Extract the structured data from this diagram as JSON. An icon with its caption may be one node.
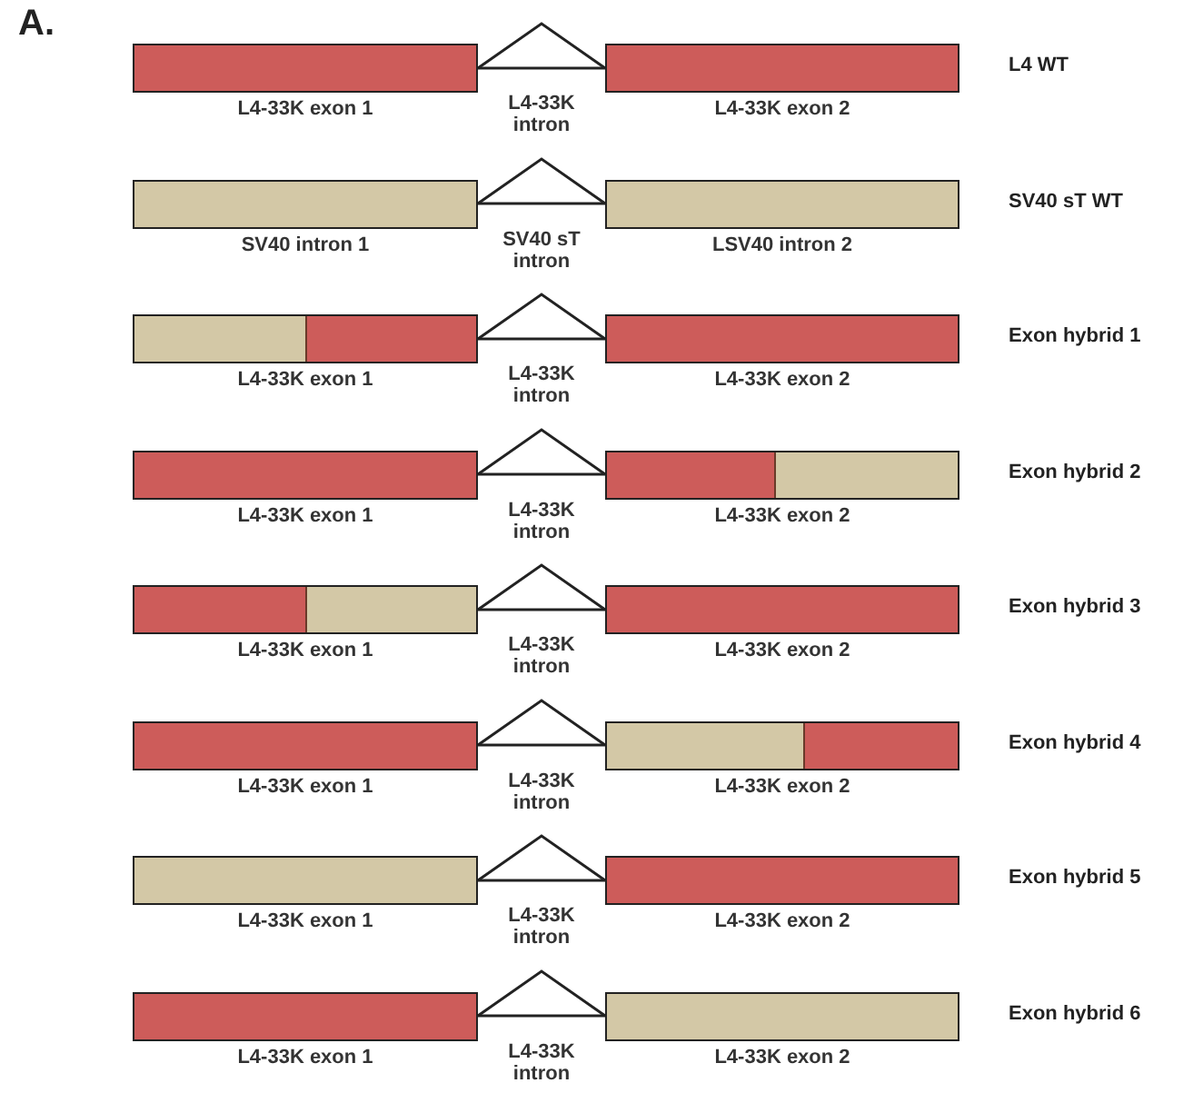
{
  "diagram": {
    "nodes": [
      {
        "text": [
          "L4-33K exon 1"
        ]
      },
      {
        "text": [
          "L4-33K exon 2"
        ]
      },
      {
        "text": [
          "SV40 intron 1"
        ]
      },
      {
        "text": [
          "LSV40 intron 2"
        ]
      },
      {
        "text": [
          "L4-33K exon 1"
        ]
      },
      {
        "text": [
          "L4-33K exon 2"
        ]
      },
      {
        "text": [
          "L4-33K exon 1"
        ]
      },
      {
        "text": [
          "L4-33K exon 2"
        ]
      },
      {
        "text": [
          "L4-33K exon 1"
        ]
      },
      {
        "text": [
          "L4-33K exon 2"
        ]
      },
      {
        "text": [
          "L4-33K exon 1"
        ]
      },
      {
        "text": [
          "L4-33K exon 2"
        ]
      },
      {
        "text": [
          "L4-33K exon 1"
        ]
      },
      {
        "text": [
          "L4-33K exon 2"
        ]
      },
      {
        "text": [
          "L4-33K exon 1"
        ]
      },
      {
        "text": [
          "L4-33K exon 2"
        ]
      }
    ],
    "edges": [
      {
        "from": 0,
        "to": 1,
        "arrow": "none",
        "label": "L4-33K intron"
      },
      {
        "from": 0,
        "to": 1,
        "arrow": "none"
      },
      {
        "from": 2,
        "to": 3,
        "arrow": "none",
        "label": "SV40 sT intron"
      },
      {
        "from": 2,
        "to": 3,
        "arrow": "none"
      },
      {
        "from": 4,
        "to": 5,
        "arrow": "none",
        "label": "L4-33K intron"
      },
      {
        "from": 4,
        "to": 5,
        "arrow": "none"
      },
      {
        "from": 6,
        "to": 7,
        "arrow": "none",
        "label": "L4-33K intron"
      },
      {
        "from": 6,
        "to": 7,
        "arrow": "none"
      },
      {
        "from": 8,
        "to": 9,
        "arrow": "none",
        "label": "L4-33K intron"
      },
      {
        "from": 8,
        "to": 9,
        "arrow": "none"
      },
      {
        "from": 10,
        "to": 11,
        "arrow": "none",
        "label": "L4-33K intron"
      },
      {
        "from": 10,
        "to": 11,
        "arrow": "none"
      },
      {
        "from": 12,
        "to": 13,
        "arrow": "none",
        "label": "L4-33K intron"
      },
      {
        "from": 12,
        "to": 13,
        "arrow": "none"
      },
      {
        "from": 14,
        "to": 15,
        "arrow": "none",
        "label": "L4-33K intron"
      },
      {
        "from": 14,
        "to": 15,
        "arrow": "none"
      }
    ],
    "labels": [
      "A.",
      "L4 WT",
      "SV40 sT WT",
      "Exon hybrid 1",
      "Exon hybrid 2",
      "Exon hybrid 3",
      "Exon hybrid 4",
      "Exon hybrid 5",
      "Exon hybrid 6"
    ]
  }
}
